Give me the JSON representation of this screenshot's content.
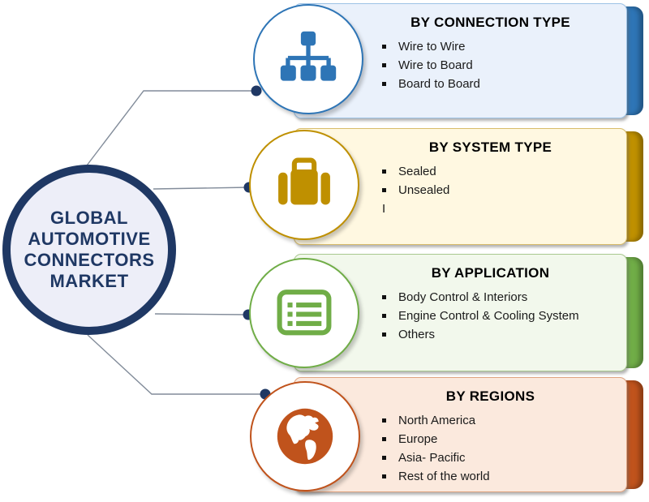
{
  "diagram": {
    "center": {
      "lines": [
        "GLOBAL",
        "AUTOMOTIVE",
        "CONNECTORS",
        "MARKET"
      ]
    },
    "panels": [
      {
        "title": "BY CONNECTION TYPE",
        "items": [
          "Wire to Wire",
          "Wire to Board",
          "Board to Board"
        ],
        "icon": "sitemap-icon",
        "accent": "#2E75B6",
        "bg": "#EAF1FB",
        "border": "#9DC3E6"
      },
      {
        "title": "BY SYSTEM TYPE",
        "items": [
          "Sealed",
          "Unsealed"
        ],
        "cursor_artifact": "I",
        "icon": "briefcase-icon",
        "accent": "#BF9000",
        "bg": "#FFF8E1",
        "border": "#D8BC6A"
      },
      {
        "title": "BY APPLICATION",
        "items": [
          "Body Control & Interiors",
          "Engine Control & Cooling System",
          "Others"
        ],
        "icon": "list-icon",
        "accent": "#70AD47",
        "bg": "#F2F8EC",
        "border": "#A9C98F"
      },
      {
        "title": "BY REGIONS",
        "items": [
          "North America",
          "Europe",
          "Asia- Pacific",
          "Rest of the world"
        ],
        "icon": "globe-icon",
        "accent": "#C0531C",
        "bg": "#FBE9DD",
        "border": "#DFA380"
      }
    ],
    "colors": {
      "center_border": "#1F3864",
      "center_fill": "#EDEEF8",
      "center_text": "#1F3864",
      "connector_line": "#828C9A",
      "connector_dot": "#1F3864"
    }
  }
}
